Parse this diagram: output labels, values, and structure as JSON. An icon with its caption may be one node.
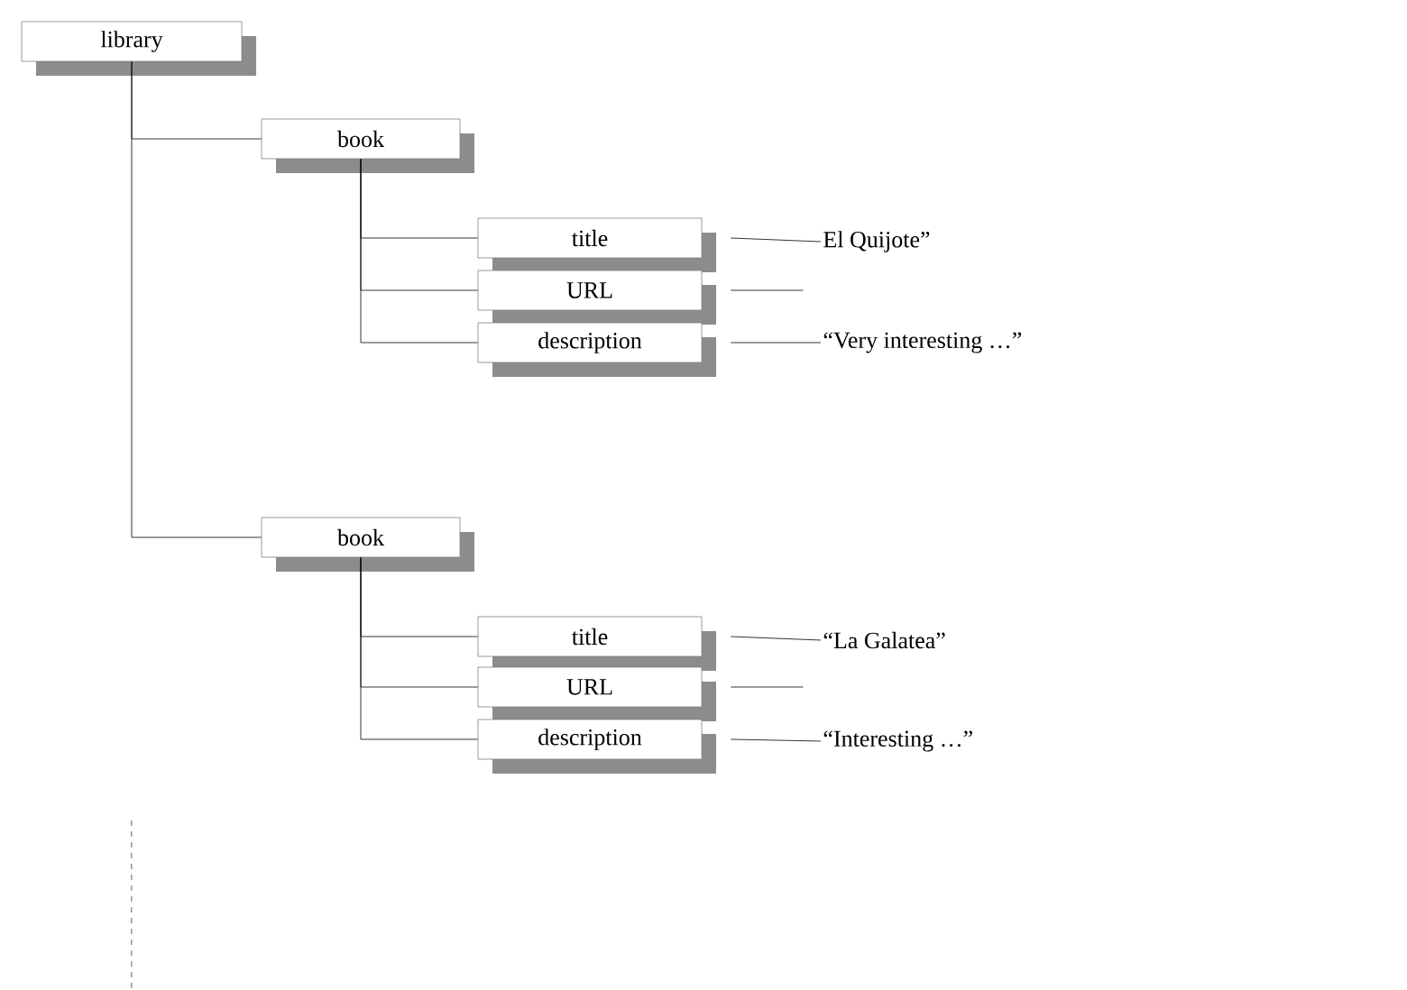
{
  "diagram": {
    "nodes": [
      {
        "text": [
          "library"
        ]
      },
      {
        "text": [
          "book"
        ]
      },
      {
        "text": [
          "title"
        ]
      },
      {
        "text": [
          "URL"
        ]
      },
      {
        "text": [
          "description"
        ]
      },
      {
        "text": [
          "El Quijote”"
        ]
      },
      {
        "text": [
          "“Very interesting …”"
        ]
      },
      {
        "text": [
          "book"
        ]
      },
      {
        "text": [
          "title"
        ]
      },
      {
        "text": [
          "URL"
        ]
      },
      {
        "text": [
          "description"
        ]
      },
      {
        "text": [
          "“La Galatea”"
        ]
      },
      {
        "text": [
          "“Interesting …”"
        ]
      }
    ],
    "edges": [
      {
        "from": 0,
        "to": 1,
        "arrow": "none"
      },
      {
        "from": 1,
        "to": 2,
        "arrow": "none"
      },
      {
        "from": 1,
        "to": 3,
        "arrow": "none"
      },
      {
        "from": 1,
        "to": 4,
        "arrow": "none"
      },
      {
        "from": 2,
        "to": 5,
        "arrow": "none"
      },
      {
        "from": 3,
        "to": null,
        "arrow": "none"
      },
      {
        "from": 4,
        "to": 6,
        "arrow": "none"
      },
      {
        "from": 0,
        "to": 7,
        "arrow": "none"
      },
      {
        "from": 7,
        "to": 8,
        "arrow": "none"
      },
      {
        "from": 7,
        "to": 9,
        "arrow": "none"
      },
      {
        "from": 7,
        "to": 10,
        "arrow": "none"
      },
      {
        "from": 8,
        "to": 11,
        "arrow": "none"
      },
      {
        "from": 9,
        "to": null,
        "arrow": "none"
      },
      {
        "from": 10,
        "to": 12,
        "arrow": "none"
      }
    ]
  }
}
